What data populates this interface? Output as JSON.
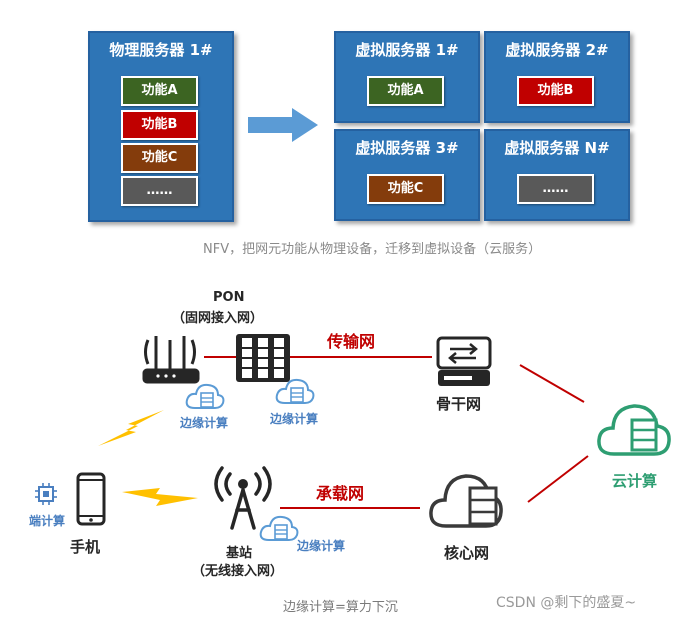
{
  "top": {
    "physical_server": {
      "title": "物理服务器 1#",
      "functions": [
        "功能A",
        "功能B",
        "功能C",
        "……"
      ]
    },
    "virtual_servers": [
      {
        "title": "虚拟服务器 1#",
        "function": "功能A"
      },
      {
        "title": "虚拟服务器 2#",
        "function": "功能B"
      },
      {
        "title": "虚拟服务器 3#",
        "function": "功能C"
      },
      {
        "title": "虚拟服务器 N#",
        "function": "……"
      }
    ],
    "caption": "NFV，把网元功能从物理设备，迁移到虚拟设备（云服务）"
  },
  "network": {
    "pon_title": "PON",
    "pon_subtitle": "（固网接入网）",
    "edge_label": "边缘计算",
    "transmission_net": "传输网",
    "backbone": "骨干网",
    "cloud_computing": "云计算",
    "bearer_net": "承载网",
    "core_net": "核心网",
    "terminal_computing": "端计算",
    "phone": "手机",
    "base_station": "基站",
    "base_station_subtitle": "（无线接入网）",
    "caption": "边缘计算=算力下沉",
    "watermark": "CSDN @剩下的盛夏~"
  },
  "colors": {
    "server_blue": "#2e75b6",
    "green": "#3c6422",
    "red": "#c00000",
    "brown": "#843c0c",
    "gray": "#595959",
    "arrow_blue": "#5b9bd5",
    "edge_blue": "#4a7fc0",
    "cloud_green": "#2e9e72",
    "lightning": "#ffc000"
  }
}
